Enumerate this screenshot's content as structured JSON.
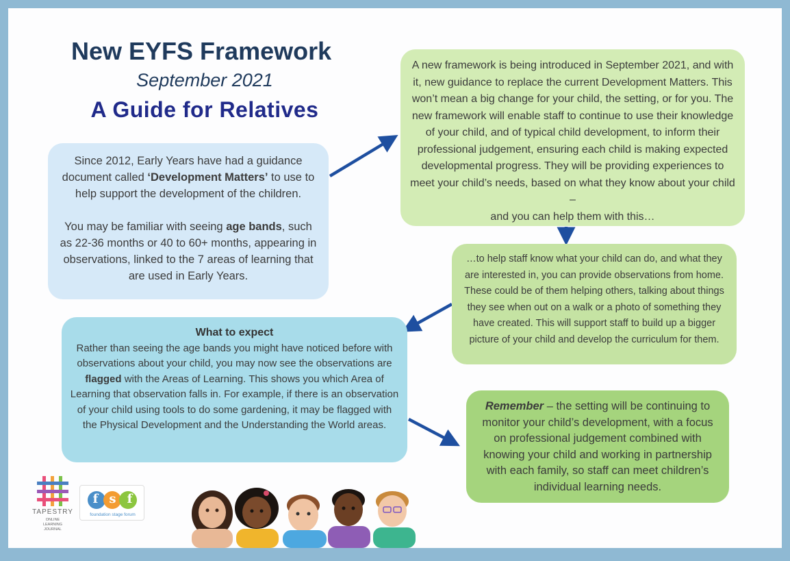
{
  "title": {
    "line1": "New EYFS Framework",
    "line2": "September 2021",
    "line3": "A Guide for Relatives"
  },
  "intro": {
    "p1_before": "Since 2012, Early Years have had a guidance document called ",
    "p1_bold": "‘Development Matters’",
    "p1_after": " to use to help support the development of the children.",
    "p2_before": "You may be familiar with seeing ",
    "p2_bold": "age bands",
    "p2_after": ", such as 22-36 months or 40 to 60+ months, appearing in observations, linked to the  7 areas of learning that are used in Early Years."
  },
  "framework": {
    "text": "A new framework is being introduced in September 2021, and with it, new guidance to replace the current Development Matters. This won’t mean a big change for your child, the setting, or for you. The new framework will enable staff to continue to use their knowledge of your child, and of typical child development, to inform their professional judgement, ensuring each child is making expected developmental progress. They will be providing experiences to meet your child’s needs, based on what they know about your child –",
    "last_line": "and you can help them with this…"
  },
  "observe": {
    "text": "…to help staff know what your child can do, and what they are interested in, you can provide observations from home. These could be of them helping others, talking about things they see when out on a walk or a photo of something they have created. This will support staff to build up a bigger picture of your child and develop the curriculum for them."
  },
  "expect": {
    "heading": "What to expect",
    "before": "Rather than seeing the age bands you might have noticed before with observations about your child, you may now see the observations are ",
    "bold": "flagged",
    "after": " with the Areas of Learning. This shows you which Area of Learning that observation falls in. For example, if there is an observation of your child using tools to do some gardening, it may be flagged with the Physical Development and the Understanding the World areas."
  },
  "remember": {
    "bold": "Remember",
    "text": " – the setting will be continuing to monitor your child’s development, with a focus on professional judgement combined with knowing your child and working in partnership with each family, so staff can meet children’s individual learning needs."
  },
  "logos": {
    "tapestry_name": "TAPESTRY",
    "tapestry_sub": "ONLINE LEARNING JOURNAL",
    "fsf_letters": [
      "f",
      "s",
      "f"
    ],
    "fsf_caption": "foundation stage forum"
  },
  "colors": {
    "border": "#8fb9d3",
    "arrow": "#1e4fa0",
    "title_dark": "#1f3a5c",
    "title_blue": "#202a8a"
  },
  "icons": {
    "arrows": "arrow-icon",
    "children": "children-illustration"
  }
}
